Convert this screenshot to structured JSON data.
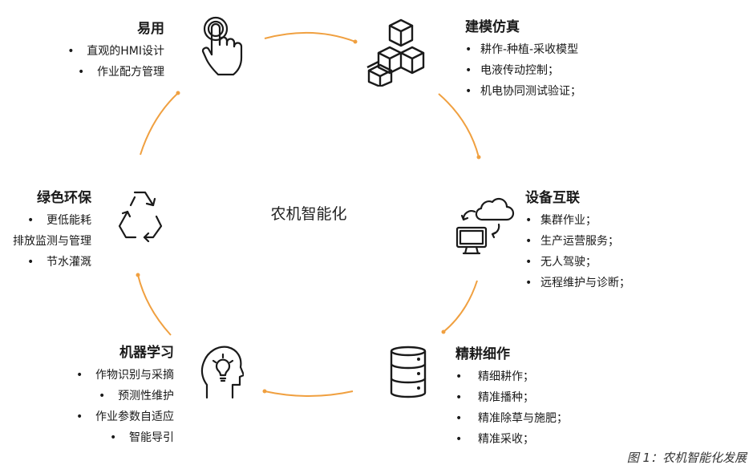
{
  "center_label": "农机智能化",
  "caption": "图 1：农机智能化发展",
  "accent": "#f0a040",
  "sections": {
    "easy_use": {
      "title": "易用",
      "items": [
        "直观的HMI设计",
        "作业配方管理"
      ],
      "icon": "touch-hand-icon"
    },
    "modeling": {
      "title": "建模仿真",
      "items": [
        "耕作-种植-采收模型",
        "电液传动控制；",
        "机电协同测试验证；"
      ],
      "icon": "cubes-icon"
    },
    "connectivity": {
      "title": "设备互联",
      "items": [
        "集群作业；",
        "生产运营服务；",
        "无人驾驶；",
        "远程维护与诊断；"
      ],
      "icon": "cloud-monitor-icon"
    },
    "precision": {
      "title": "精耕细作",
      "items": [
        "精细耕作；",
        "精准播种；",
        "精准除草与施肥；",
        "精准采收；"
      ],
      "icon": "database-icon"
    },
    "ml": {
      "title": "机器学习",
      "items": [
        "作物识别与采摘",
        "预测性维护",
        "作业参数自适应",
        "智能导引"
      ],
      "icon": "brain-head-icon"
    },
    "green": {
      "title": "绿色环保",
      "items": [
        "更低能耗",
        "排放监测与管理",
        "节水灌溉"
      ],
      "icon": "recycle-icon"
    }
  }
}
